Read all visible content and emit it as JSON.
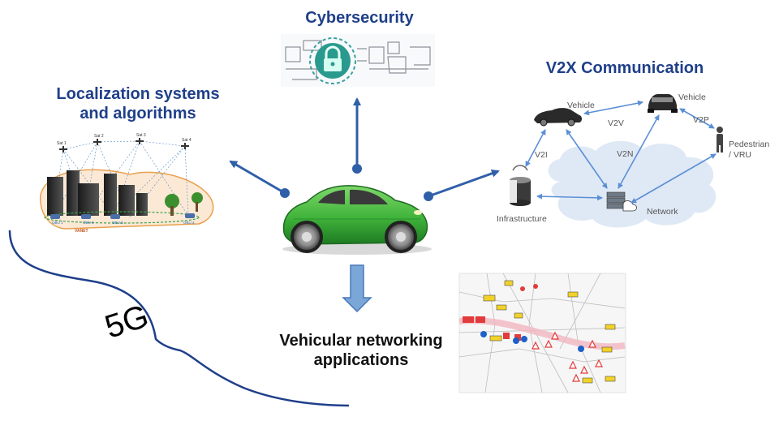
{
  "headings": {
    "cybersecurity": "Cybersecurity",
    "localization_line1": "Localization systems",
    "localization_line2": "and algorithms",
    "v2x": "V2X Communication",
    "applications_line1": "Vehicular networking",
    "applications_line2": "applications"
  },
  "brace_label": "5G",
  "v2x_diagram": {
    "vehicle_left": "Vehicle",
    "vehicle_right": "Vehicle",
    "v2v": "V2V",
    "v2p": "V2P",
    "v2i": "V2I",
    "v2n": "V2N",
    "pedestrian_line1": "Pedestrian",
    "pedestrian_line2": "/ VRU",
    "infrastructure": "Infrastructure",
    "network": "Network"
  },
  "localization_diagram": {
    "satellites": [
      "Sat 1",
      "Sat 2",
      "Sat 3",
      "Sat 4"
    ],
    "obus": [
      "OBU 1",
      "OBU 2",
      "OBU 3",
      "OBU 4"
    ],
    "vanet": "VANET"
  },
  "colors": {
    "heading": "#1f3f8a",
    "arrow": "#2f5fa8",
    "car_body": "#3fb33a",
    "brace": "#1f3f8a",
    "cloud": "#dfe9f5"
  }
}
